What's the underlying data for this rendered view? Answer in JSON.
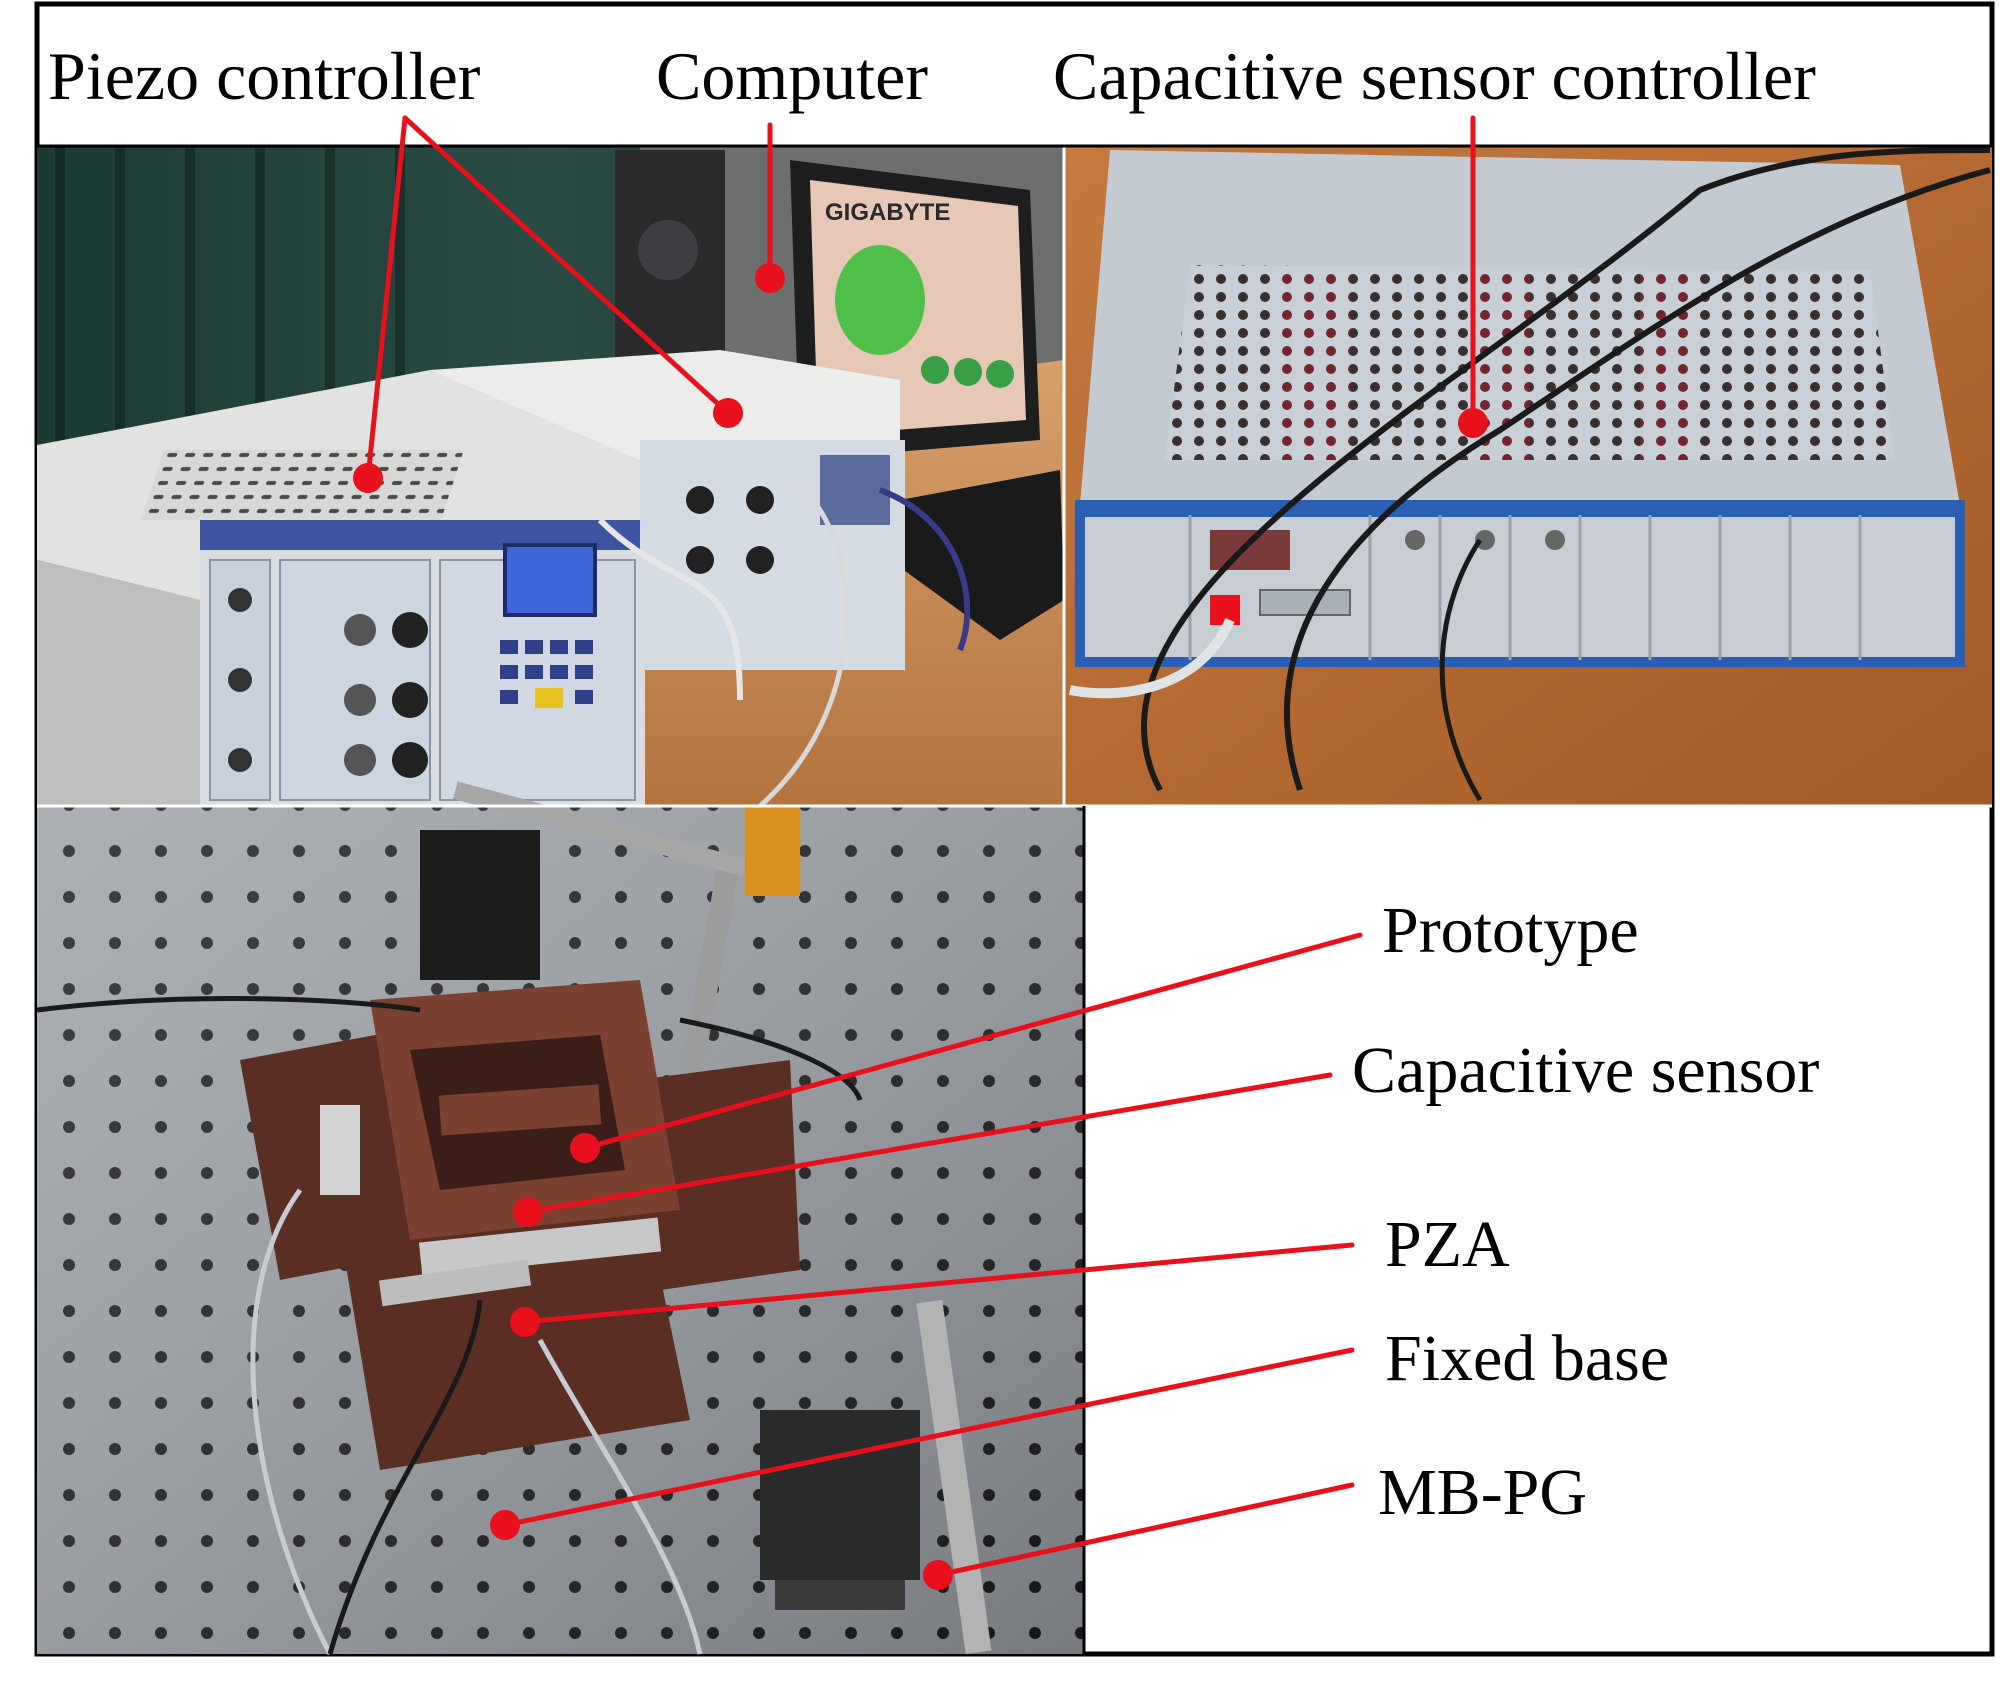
{
  "labels": {
    "piezo_controller": "Piezo controller",
    "computer": "Computer",
    "capacitive_sensor_controller": "Capacitive sensor controller",
    "prototype": "Prototype",
    "capacitive_sensor": "Capacitive sensor",
    "pza": "PZA",
    "fixed_base": "Fixed base",
    "mb_pg": "MB-PG"
  },
  "colors": {
    "annotation_red": "#e8101c",
    "frame_black": "#000000",
    "wood_desk": "#c98a52",
    "bench_gray": "#9a9ea3",
    "prototype_brown": "#6b3a2a",
    "controller_blue": "#2a5fb4",
    "enclosure_light": "#dcdcdc"
  }
}
